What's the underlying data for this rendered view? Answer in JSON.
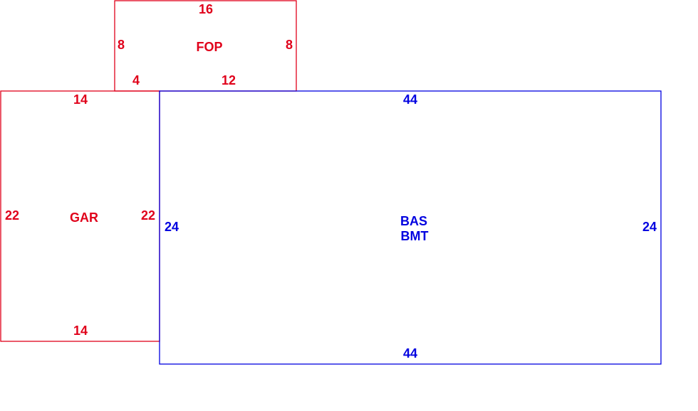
{
  "colors": {
    "red": "#e0001a",
    "blue": "#0000e0"
  },
  "areas": {
    "fop": {
      "label": "FOP",
      "top": "16",
      "left": "8",
      "right": "8",
      "bottom_left": "4",
      "bottom_right": "12"
    },
    "gar": {
      "label": "GAR",
      "top": "14",
      "left": "22",
      "right": "22",
      "bottom": "14"
    },
    "bas": {
      "label1": "BAS",
      "label2": "BMT",
      "top": "44",
      "left": "24",
      "right": "24",
      "bottom": "44"
    }
  }
}
